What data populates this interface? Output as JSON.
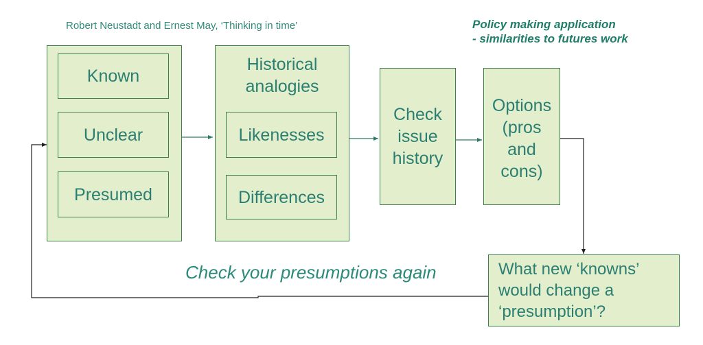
{
  "header": {
    "citation": "Robert Neustadt and Ernest May, ‘Thinking in time’",
    "policy_line1": "Policy making application",
    "policy_line2": "- similarities to futures work"
  },
  "stage1": {
    "items": [
      "Known",
      "Unclear",
      "Presumed"
    ]
  },
  "stage2": {
    "title_line1": "Historical",
    "title_line2": "analogies",
    "items": [
      "Likenesses",
      "Differences"
    ]
  },
  "stage3": {
    "line1": "Check",
    "line2": "issue",
    "line3": "history"
  },
  "stage4": {
    "line1": "Options",
    "line2": "(pros",
    "line3": "and",
    "line4": "cons)"
  },
  "stage5": {
    "line1": "What new ‘knowns’",
    "line2": "would change a",
    "line3": "‘presumption’?"
  },
  "loop": {
    "label": "Check your presumptions again"
  },
  "colors": {
    "box_fill": "#e3efcc",
    "box_border": "#3b7f4c",
    "text": "#2b7f72",
    "connector": "#2e7a66",
    "loop_line": "#222222"
  }
}
